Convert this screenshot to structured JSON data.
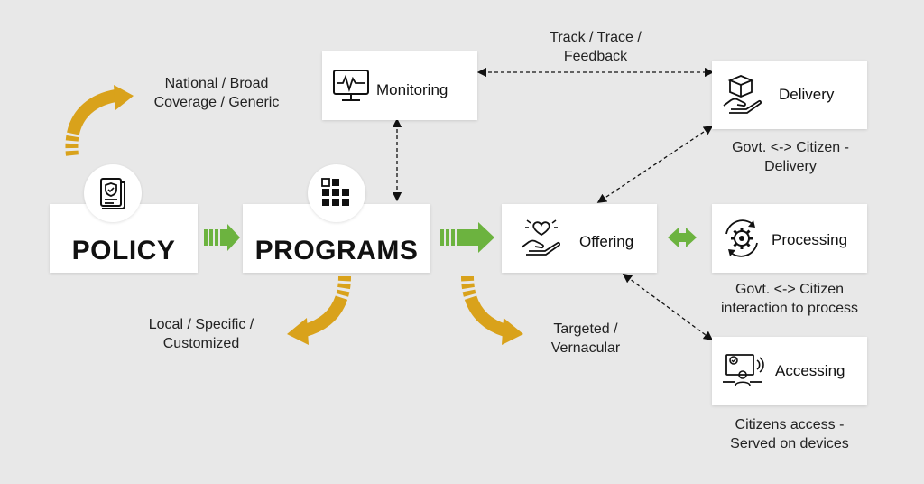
{
  "nodes": {
    "policy": "POLICY",
    "programs": "PROGRAMS",
    "monitoring": "Monitoring",
    "offering": "Offering",
    "delivery": "Delivery",
    "processing": "Processing",
    "accessing": "Accessing"
  },
  "annotations": {
    "national": [
      "National / Broad",
      "Coverage / Generic"
    ],
    "local": [
      "Local / Specific /",
      "Customized"
    ],
    "targeted": [
      "Targeted /",
      "Vernacular"
    ],
    "track": [
      "Track / Trace /",
      "Feedback"
    ],
    "delivery_note": [
      "Govt. <-> Citizen -",
      "Delivery"
    ],
    "processing_note": [
      "Govt. <-> Citizen",
      "interaction to process"
    ],
    "accessing_note": [
      "Citizens access -",
      "Served on devices"
    ]
  },
  "colors": {
    "background": "#e8e8e8",
    "gold_arrow": "#d9a21b",
    "green_arrow": "#6cb33f",
    "box": "#ffffff"
  },
  "icons": {
    "policy": "certificate-shield-icon",
    "programs": "grid-blocks-icon",
    "monitoring": "monitor-pulse-icon",
    "offering": "hand-heart-icon",
    "delivery": "hand-box-icon",
    "processing": "gear-cycle-icon",
    "accessing": "laptop-user-icon"
  }
}
